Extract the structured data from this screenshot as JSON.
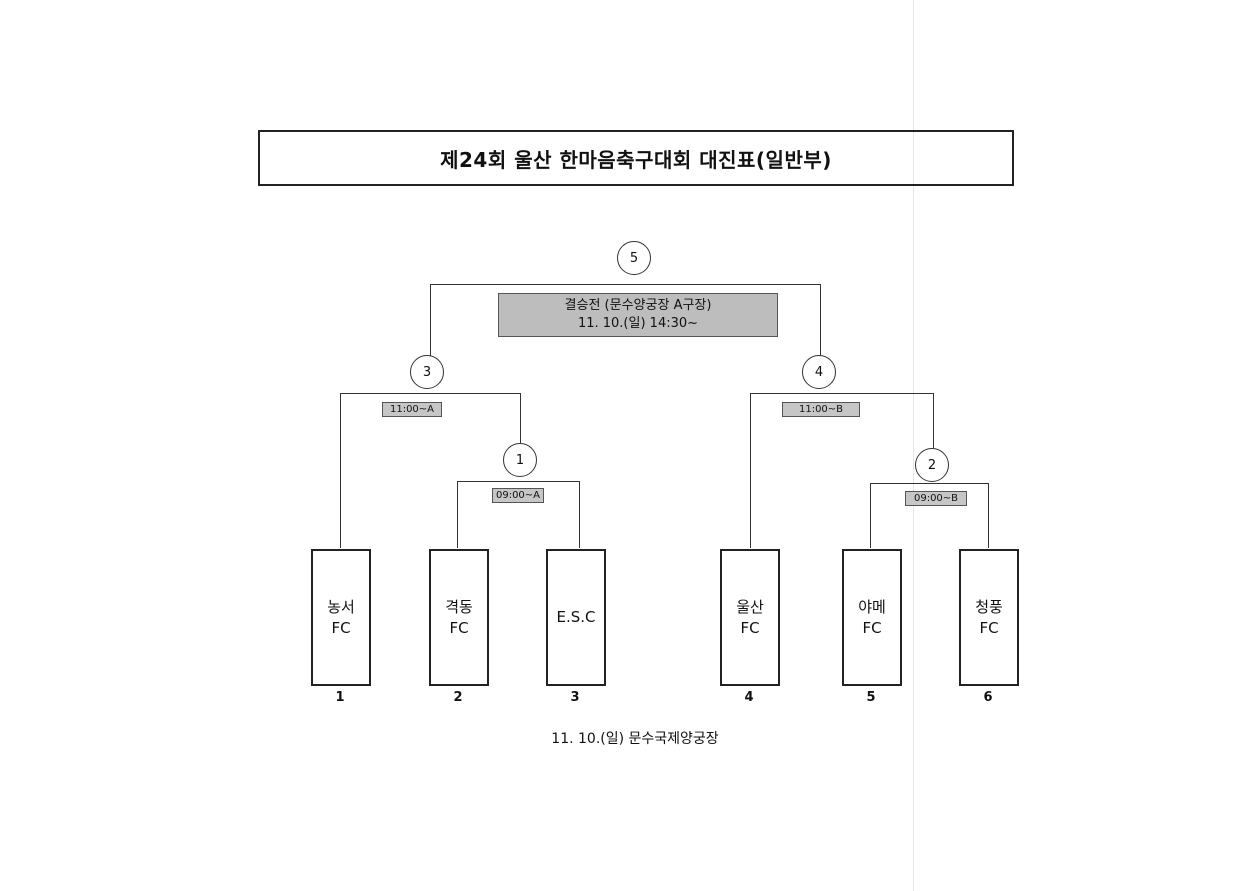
{
  "title": "제24회 울산 한마음축구대회 대진표(일반부)",
  "final": {
    "match_no": "5",
    "label": "결승전 (문수양궁장 A구장)",
    "time": "11. 10.(일) 14:30~"
  },
  "semifinals": [
    {
      "match_no": "3",
      "time": "11:00~A"
    },
    {
      "match_no": "4",
      "time": "11:00~B"
    }
  ],
  "first_round": [
    {
      "match_no": "1",
      "time": "09:00~A"
    },
    {
      "match_no": "2",
      "time": "09:00~B"
    }
  ],
  "teams": [
    {
      "seed": "1",
      "line1": "농서",
      "line2": "FC"
    },
    {
      "seed": "2",
      "line1": "격동",
      "line2": "FC"
    },
    {
      "seed": "3",
      "line1": "E.S.C",
      "line2": ""
    },
    {
      "seed": "4",
      "line1": "울산",
      "line2": "FC"
    },
    {
      "seed": "5",
      "line1": "야메",
      "line2": "FC"
    },
    {
      "seed": "6",
      "line1": "청풍",
      "line2": "FC"
    }
  ],
  "footer": "11. 10.(일) 문수국제양궁장"
}
